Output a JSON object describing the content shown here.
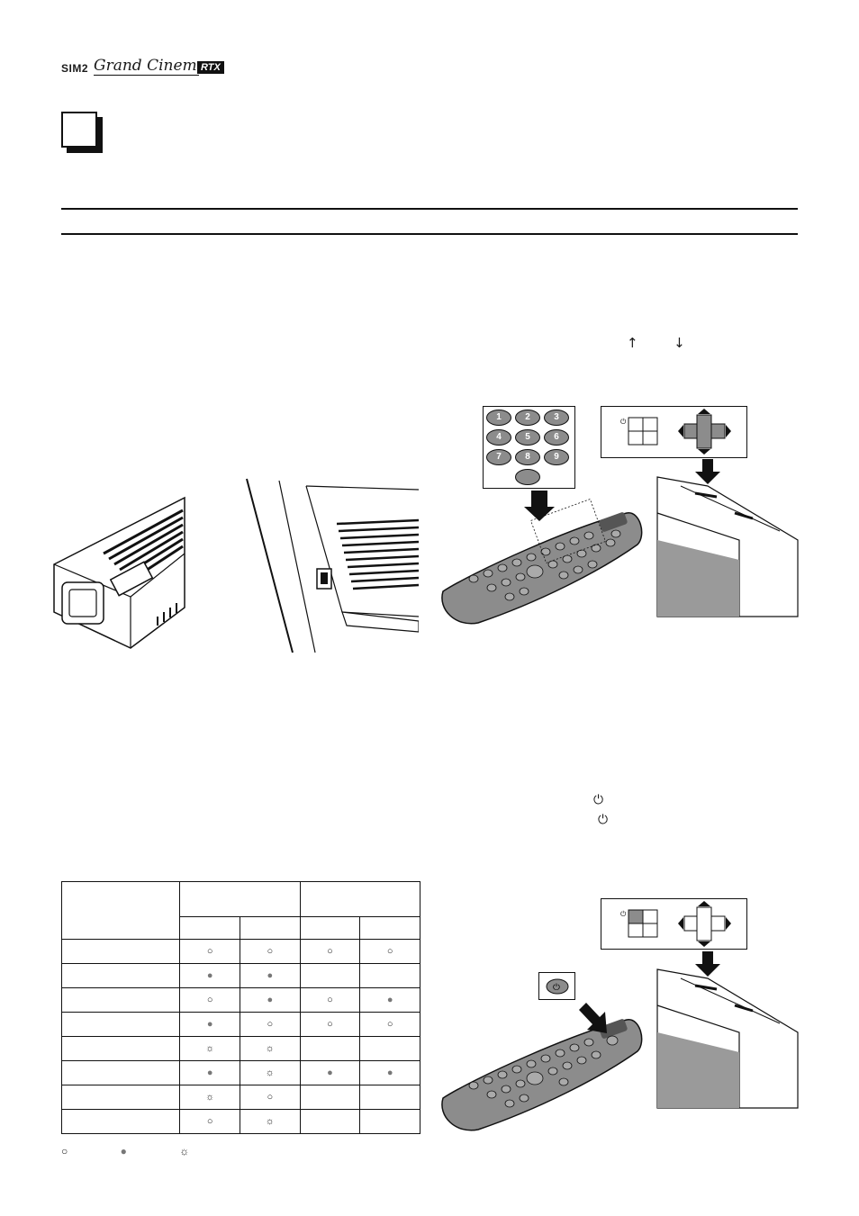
{
  "brand": {
    "prefix": "SIM2",
    "name": "Grand Cinema",
    "model": "RTX"
  },
  "icons": {
    "arrow_up": "↑",
    "arrow_down": "↓",
    "power_symbol_1": "⏻",
    "power_symbol_2": "⏻"
  },
  "keypad": {
    "keys": [
      "1",
      "2",
      "3",
      "4",
      "5",
      "6",
      "7",
      "8",
      "9"
    ]
  },
  "led_table": {
    "rows": [
      [
        "○",
        "○",
        "○",
        "○"
      ],
      [
        "●",
        "●",
        "",
        ""
      ],
      [
        "○",
        "●",
        "○",
        "●"
      ],
      [
        "●",
        "○",
        "○",
        "○"
      ],
      [
        "☼",
        "☼",
        "",
        ""
      ],
      [
        "●",
        "☼",
        "●",
        "●"
      ],
      [
        "☼",
        "○",
        "",
        ""
      ],
      [
        "○",
        "☼",
        "",
        ""
      ]
    ],
    "legend": [
      "○",
      "●",
      "☼"
    ]
  },
  "colors": {
    "ink": "#111111",
    "led_on": "#777777",
    "panel_gray": "#8c8c8c",
    "screen_gray": "#9a9a9a"
  }
}
